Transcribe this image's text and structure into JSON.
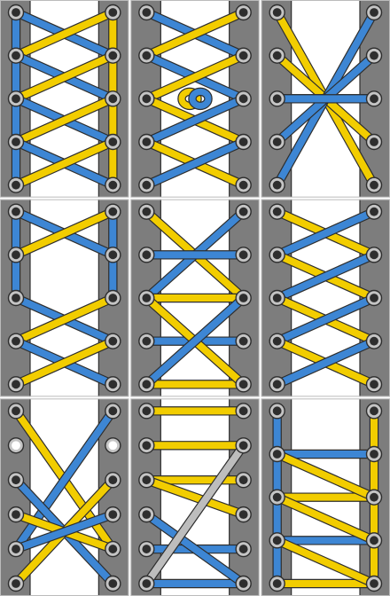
{
  "colors": {
    "flap": "#7d7d7d",
    "eyelet_ring": "#c4c4c4",
    "lace_blue": "#3d86d4",
    "lace_yellow": "#f2cd00",
    "lace_grey": "#bdbdbd",
    "outline": "#2e2e2e",
    "background": "#ffffff"
  },
  "grid": {
    "columns": 3,
    "rows": 3
  },
  "panels": [
    {
      "id": "panel-1",
      "eyelets_per_side": 5,
      "segments": [
        {
          "from": [
            "L",
            0
          ],
          "to": [
            "L",
            4
          ],
          "color": "blue"
        },
        {
          "from": [
            "R",
            0
          ],
          "to": [
            "R",
            4
          ],
          "color": "yellow"
        },
        {
          "from": [
            "L",
            0
          ],
          "to": [
            "R",
            1
          ],
          "color": "blue"
        },
        {
          "from": [
            "R",
            0
          ],
          "to": [
            "L",
            1
          ],
          "color": "yellow"
        },
        {
          "from": [
            "L",
            1
          ],
          "to": [
            "R",
            2
          ],
          "color": "blue"
        },
        {
          "from": [
            "R",
            1
          ],
          "to": [
            "L",
            2
          ],
          "color": "yellow"
        },
        {
          "from": [
            "L",
            2
          ],
          "to": [
            "R",
            3
          ],
          "color": "blue"
        },
        {
          "from": [
            "R",
            2
          ],
          "to": [
            "L",
            3
          ],
          "color": "yellow"
        },
        {
          "from": [
            "L",
            3
          ],
          "to": [
            "R",
            4
          ],
          "color": "blue"
        },
        {
          "from": [
            "R",
            3
          ],
          "to": [
            "L",
            4
          ],
          "color": "yellow"
        }
      ]
    },
    {
      "id": "panel-2",
      "eyelets_per_side": 5,
      "knot": true,
      "segments": [
        {
          "from": [
            "L",
            0
          ],
          "to": [
            "R",
            1
          ],
          "color": "blue"
        },
        {
          "from": [
            "R",
            0
          ],
          "to": [
            "L",
            1
          ],
          "color": "yellow"
        },
        {
          "from": [
            "L",
            1
          ],
          "to": [
            "R",
            2
          ],
          "color": "blue"
        },
        {
          "from": [
            "R",
            1
          ],
          "to": [
            "L",
            2
          ],
          "color": "yellow"
        },
        {
          "from": [
            "L",
            2
          ],
          "to": [
            "R",
            3
          ],
          "color": "yellow"
        },
        {
          "from": [
            "R",
            2
          ],
          "to": [
            "L",
            3
          ],
          "color": "blue"
        },
        {
          "from": [
            "L",
            3
          ],
          "to": [
            "R",
            4
          ],
          "color": "yellow"
        },
        {
          "from": [
            "R",
            3
          ],
          "to": [
            "L",
            4
          ],
          "color": "blue"
        }
      ]
    },
    {
      "id": "panel-3",
      "eyelets_per_side": 5,
      "segments": [
        {
          "from": [
            "L",
            0
          ],
          "to": [
            "R",
            4
          ],
          "color": "yellow"
        },
        {
          "from": [
            "L",
            1
          ],
          "to": [
            "R",
            3
          ],
          "color": "yellow"
        },
        {
          "from": [
            "L",
            2
          ],
          "to": [
            "R",
            2
          ],
          "color": "yellow"
        },
        {
          "from": [
            "R",
            0
          ],
          "to": [
            "L",
            4
          ],
          "color": "blue"
        },
        {
          "from": [
            "R",
            1
          ],
          "to": [
            "L",
            3
          ],
          "color": "blue"
        },
        {
          "from": [
            "R",
            2
          ],
          "to": [
            "L",
            2
          ],
          "color": "blue"
        }
      ]
    },
    {
      "id": "panel-4",
      "eyelets_per_side": 5,
      "segments": [
        {
          "from": [
            "L",
            0
          ],
          "to": [
            "L",
            2
          ],
          "color": "blue"
        },
        {
          "from": [
            "R",
            0
          ],
          "to": [
            "R",
            2
          ],
          "color": "blue"
        },
        {
          "from": [
            "L",
            2
          ],
          "to": [
            "R",
            3
          ],
          "color": "blue"
        },
        {
          "from": [
            "R",
            2
          ],
          "to": [
            "L",
            3
          ],
          "color": "yellow"
        },
        {
          "from": [
            "L",
            0
          ],
          "to": [
            "R",
            1
          ],
          "color": "blue"
        },
        {
          "from": [
            "R",
            0
          ],
          "to": [
            "L",
            1
          ],
          "color": "yellow"
        },
        {
          "from": [
            "L",
            3
          ],
          "to": [
            "R",
            4
          ],
          "color": "blue"
        },
        {
          "from": [
            "R",
            3
          ],
          "to": [
            "L",
            4
          ],
          "color": "yellow"
        }
      ]
    },
    {
      "id": "panel-5",
      "eyelets_per_side": 5,
      "segments": [
        {
          "from": [
            "L",
            0
          ],
          "to": [
            "R",
            2
          ],
          "color": "yellow"
        },
        {
          "from": [
            "R",
            0
          ],
          "to": [
            "L",
            2
          ],
          "color": "blue"
        },
        {
          "from": [
            "L",
            1
          ],
          "to": [
            "R",
            1
          ],
          "color": "blue"
        },
        {
          "from": [
            "L",
            2
          ],
          "to": [
            "R",
            2
          ],
          "color": "yellow"
        },
        {
          "from": [
            "L",
            3
          ],
          "to": [
            "R",
            3
          ],
          "color": "blue"
        },
        {
          "from": [
            "L",
            4
          ],
          "to": [
            "R",
            4
          ],
          "color": "yellow"
        },
        {
          "from": [
            "L",
            2
          ],
          "to": [
            "R",
            4
          ],
          "color": "yellow"
        },
        {
          "from": [
            "R",
            2
          ],
          "to": [
            "L",
            4
          ],
          "color": "blue"
        }
      ]
    },
    {
      "id": "panel-6",
      "eyelets_per_side": 5,
      "segments": [
        {
          "from": [
            "L",
            0
          ],
          "to": [
            "R",
            1
          ],
          "color": "yellow"
        },
        {
          "from": [
            "R",
            0
          ],
          "to": [
            "L",
            1
          ],
          "color": "blue"
        },
        {
          "from": [
            "L",
            1
          ],
          "to": [
            "R",
            2
          ],
          "color": "yellow"
        },
        {
          "from": [
            "R",
            1
          ],
          "to": [
            "L",
            2
          ],
          "color": "blue"
        },
        {
          "from": [
            "L",
            2
          ],
          "to": [
            "R",
            3
          ],
          "color": "yellow"
        },
        {
          "from": [
            "R",
            2
          ],
          "to": [
            "L",
            3
          ],
          "color": "blue"
        },
        {
          "from": [
            "L",
            3
          ],
          "to": [
            "R",
            4
          ],
          "color": "yellow"
        },
        {
          "from": [
            "R",
            3
          ],
          "to": [
            "L",
            4
          ],
          "color": "blue"
        }
      ]
    },
    {
      "id": "panel-7",
      "eyelets_per_side": 6,
      "open_eyelets": [
        [
          "L",
          1
        ],
        [
          "R",
          1
        ]
      ],
      "segments": [
        {
          "from": [
            "L",
            0
          ],
          "to": [
            "R",
            4
          ],
          "color": "yellow"
        },
        {
          "from": [
            "R",
            0
          ],
          "to": [
            "L",
            4
          ],
          "color": "blue"
        },
        {
          "from": [
            "L",
            2
          ],
          "to": [
            "R",
            5
          ],
          "color": "blue"
        },
        {
          "from": [
            "R",
            2
          ],
          "to": [
            "L",
            5
          ],
          "color": "yellow"
        },
        {
          "from": [
            "L",
            3
          ],
          "to": [
            "R",
            4
          ],
          "color": "yellow"
        },
        {
          "from": [
            "R",
            3
          ],
          "to": [
            "L",
            4
          ],
          "color": "blue"
        }
      ]
    },
    {
      "id": "panel-8",
      "eyelets_per_side": 6,
      "segments": [
        {
          "from": [
            "L",
            0
          ],
          "to": [
            "R",
            0
          ],
          "color": "yellow"
        },
        {
          "from": [
            "L",
            1
          ],
          "to": [
            "R",
            1
          ],
          "color": "yellow"
        },
        {
          "from": [
            "L",
            2
          ],
          "to": [
            "R",
            2
          ],
          "color": "yellow"
        },
        {
          "from": [
            "L",
            4
          ],
          "to": [
            "R",
            4
          ],
          "color": "blue"
        },
        {
          "from": [
            "L",
            5
          ],
          "to": [
            "R",
            5
          ],
          "color": "blue"
        },
        {
          "from": [
            "L",
            3
          ],
          "to": [
            "R",
            5
          ],
          "color": "blue"
        },
        {
          "from": [
            "R",
            3
          ],
          "to": [
            "L",
            2
          ],
          "color": "yellow"
        },
        {
          "from": [
            "R",
            1
          ],
          "to": [
            "L",
            5
          ],
          "color": "grey"
        }
      ]
    },
    {
      "id": "panel-9",
      "eyelets_per_side": 5,
      "segments": [
        {
          "from": [
            "L",
            0
          ],
          "to": [
            "L",
            4
          ],
          "color": "blue"
        },
        {
          "from": [
            "R",
            0
          ],
          "to": [
            "R",
            4
          ],
          "color": "yellow"
        },
        {
          "from": [
            "L",
            1
          ],
          "to": [
            "R",
            1
          ],
          "color": "blue"
        },
        {
          "from": [
            "L",
            2
          ],
          "to": [
            "R",
            2
          ],
          "color": "yellow"
        },
        {
          "from": [
            "L",
            3
          ],
          "to": [
            "R",
            3
          ],
          "color": "blue"
        },
        {
          "from": [
            "L",
            4
          ],
          "to": [
            "R",
            4
          ],
          "color": "yellow"
        },
        {
          "from": [
            "L",
            1
          ],
          "to": [
            "R",
            2
          ],
          "color": "yellow"
        },
        {
          "from": [
            "L",
            2
          ],
          "to": [
            "R",
            3
          ],
          "color": "yellow"
        },
        {
          "from": [
            "L",
            3
          ],
          "to": [
            "R",
            4
          ],
          "color": "yellow"
        }
      ]
    }
  ]
}
